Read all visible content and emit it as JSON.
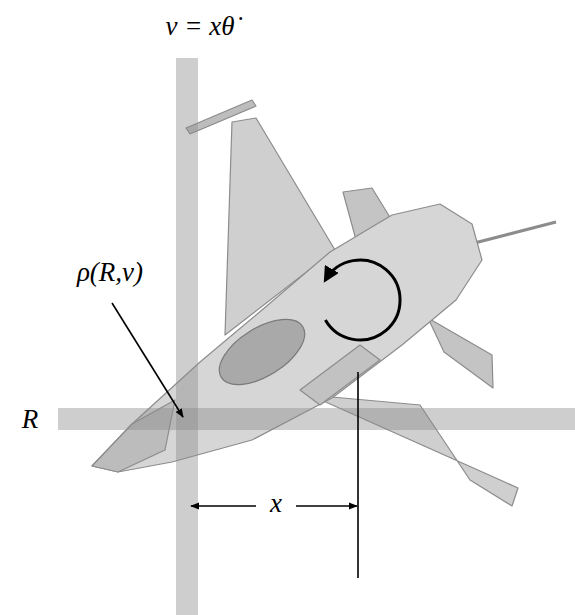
{
  "diagram": {
    "labels": [
      "v = xθ̇",
      "ρ(R,v)",
      "R",
      "x"
    ]
  }
}
